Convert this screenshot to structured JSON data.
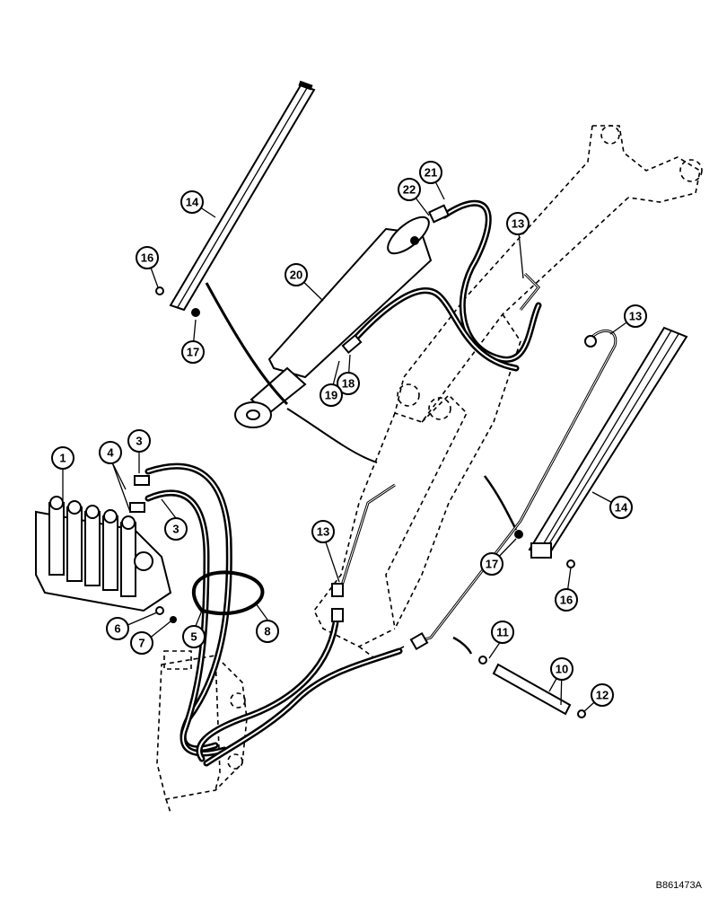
{
  "callouts": [
    {
      "id": "c1",
      "label": "1"
    },
    {
      "id": "c3a",
      "label": "3"
    },
    {
      "id": "c3b",
      "label": "3"
    },
    {
      "id": "c4",
      "label": "4"
    },
    {
      "id": "c5",
      "label": "5"
    },
    {
      "id": "c6",
      "label": "6"
    },
    {
      "id": "c7",
      "label": "7"
    },
    {
      "id": "c8",
      "label": "8"
    },
    {
      "id": "c10",
      "label": "10"
    },
    {
      "id": "c11",
      "label": "11"
    },
    {
      "id": "c12",
      "label": "12"
    },
    {
      "id": "c13a",
      "label": "13"
    },
    {
      "id": "c13b",
      "label": "13"
    },
    {
      "id": "c13c",
      "label": "13"
    },
    {
      "id": "c14a",
      "label": "14"
    },
    {
      "id": "c14b",
      "label": "14"
    },
    {
      "id": "c16a",
      "label": "16"
    },
    {
      "id": "c16b",
      "label": "16"
    },
    {
      "id": "c17a",
      "label": "17"
    },
    {
      "id": "c17b",
      "label": "17"
    },
    {
      "id": "c18",
      "label": "18"
    },
    {
      "id": "c19",
      "label": "19"
    },
    {
      "id": "c20",
      "label": "20"
    },
    {
      "id": "c21",
      "label": "21"
    },
    {
      "id": "c22",
      "label": "22"
    }
  ],
  "figure_code": "B861473A"
}
